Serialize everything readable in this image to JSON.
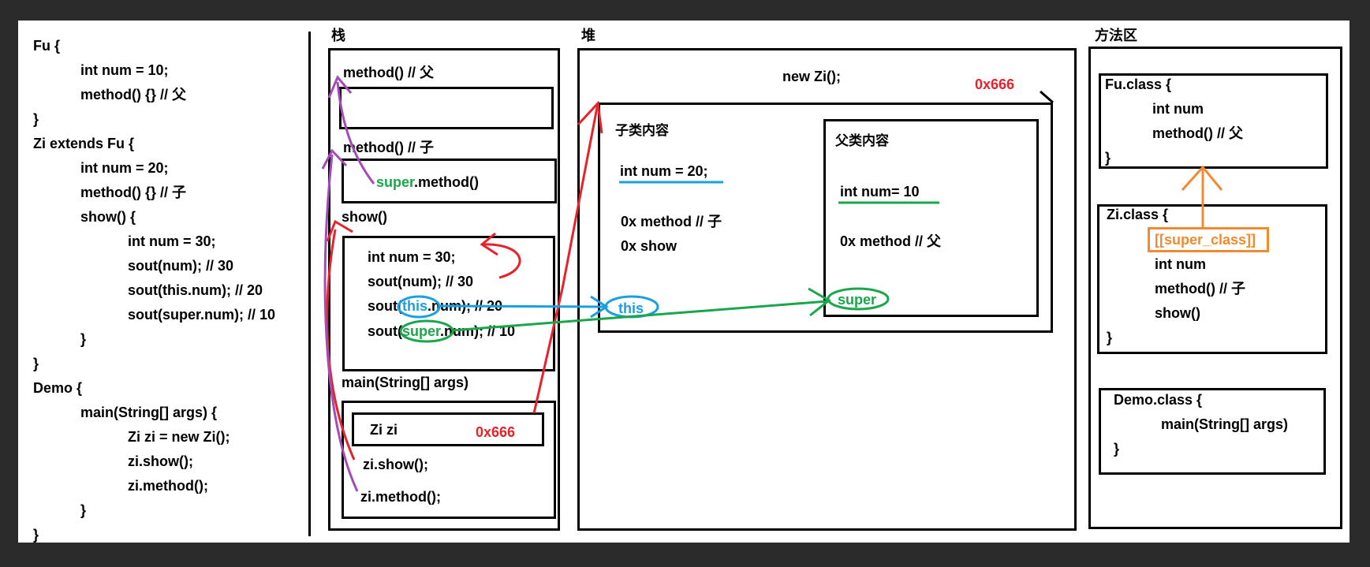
{
  "code": {
    "lines": [
      "Fu {",
      "int num = 10;",
      "method() {} // 父",
      "}",
      "Zi extends Fu {",
      "int num = 20;",
      "method() {} // 子",
      "show() {",
      "int num = 30;",
      "sout(num); // 30",
      "sout(this.num); // 20",
      "sout(super.num); // 10",
      "}",
      "}",
      "Demo {",
      "main(String[] args) {",
      "Zi zi = new Zi();",
      "zi.show();",
      "zi.method();",
      "}",
      "}"
    ]
  },
  "stack": {
    "title": "栈",
    "frame_method_fu": "method() // 父",
    "frame_method_zi": "method() // 子",
    "super_kw": "super",
    "super_call_rest": ".method()",
    "frame_show": "show()",
    "show_lines": [
      "int num = 30;",
      "sout(num); // 30"
    ],
    "this_line_prefix": "sout(",
    "this_kw": "this",
    "this_line_rest": ".num); // 20",
    "super_line_prefix": "sout(",
    "super_kw2": "super",
    "super_line_rest": ".num); // 10",
    "frame_main": "main(String[] args)",
    "zi_var": "Zi zi",
    "zi_addr": "0x666",
    "zi_show": "zi.show();",
    "zi_method": "zi.method();"
  },
  "heap": {
    "title": "堆",
    "new_zi": "new Zi();",
    "addr": "0x666",
    "child_title": "子类内容",
    "child_num": "int num = 20;",
    "child_method": "0x method // 子",
    "child_show": "0x show",
    "this_label": "this",
    "parent_title": "父类内容",
    "parent_num": "int num= 10",
    "parent_method": "0x method // 父",
    "super_label": "super"
  },
  "method_area": {
    "title": "方法区",
    "fu_class": "Fu.class {",
    "fu_num": "int num",
    "fu_method": "method() // 父",
    "fu_close": "}",
    "zi_class": "Zi.class {",
    "zi_super": "[[super_class]]",
    "zi_num": "int num",
    "zi_method": "method() // 子",
    "zi_show": "show()",
    "zi_close": "}",
    "demo_class": "Demo.class {",
    "demo_main": "main(String[] args)",
    "demo_close": "}"
  },
  "colors": {
    "red": "#e8212a",
    "green": "#1aa64a",
    "blue": "#1a9fe0",
    "purple": "#a44bb7",
    "orange": "#f28a30"
  }
}
